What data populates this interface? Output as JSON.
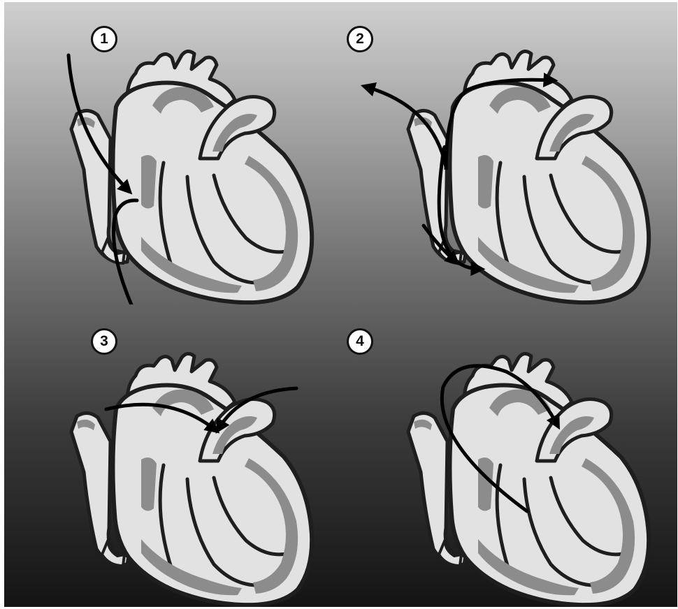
{
  "panels": [
    {
      "step": "1"
    },
    {
      "step": "2"
    },
    {
      "step": "3"
    },
    {
      "step": "4"
    }
  ],
  "colors": {
    "heart_fill": "#e2e2e2",
    "heart_outline": "#1e1e1e",
    "chamber_gray": "#8c8c8c",
    "flow_arrow": "#000000"
  },
  "icons": [
    "heart-illustration-icon",
    "blood-flow-arrow-icon"
  ]
}
